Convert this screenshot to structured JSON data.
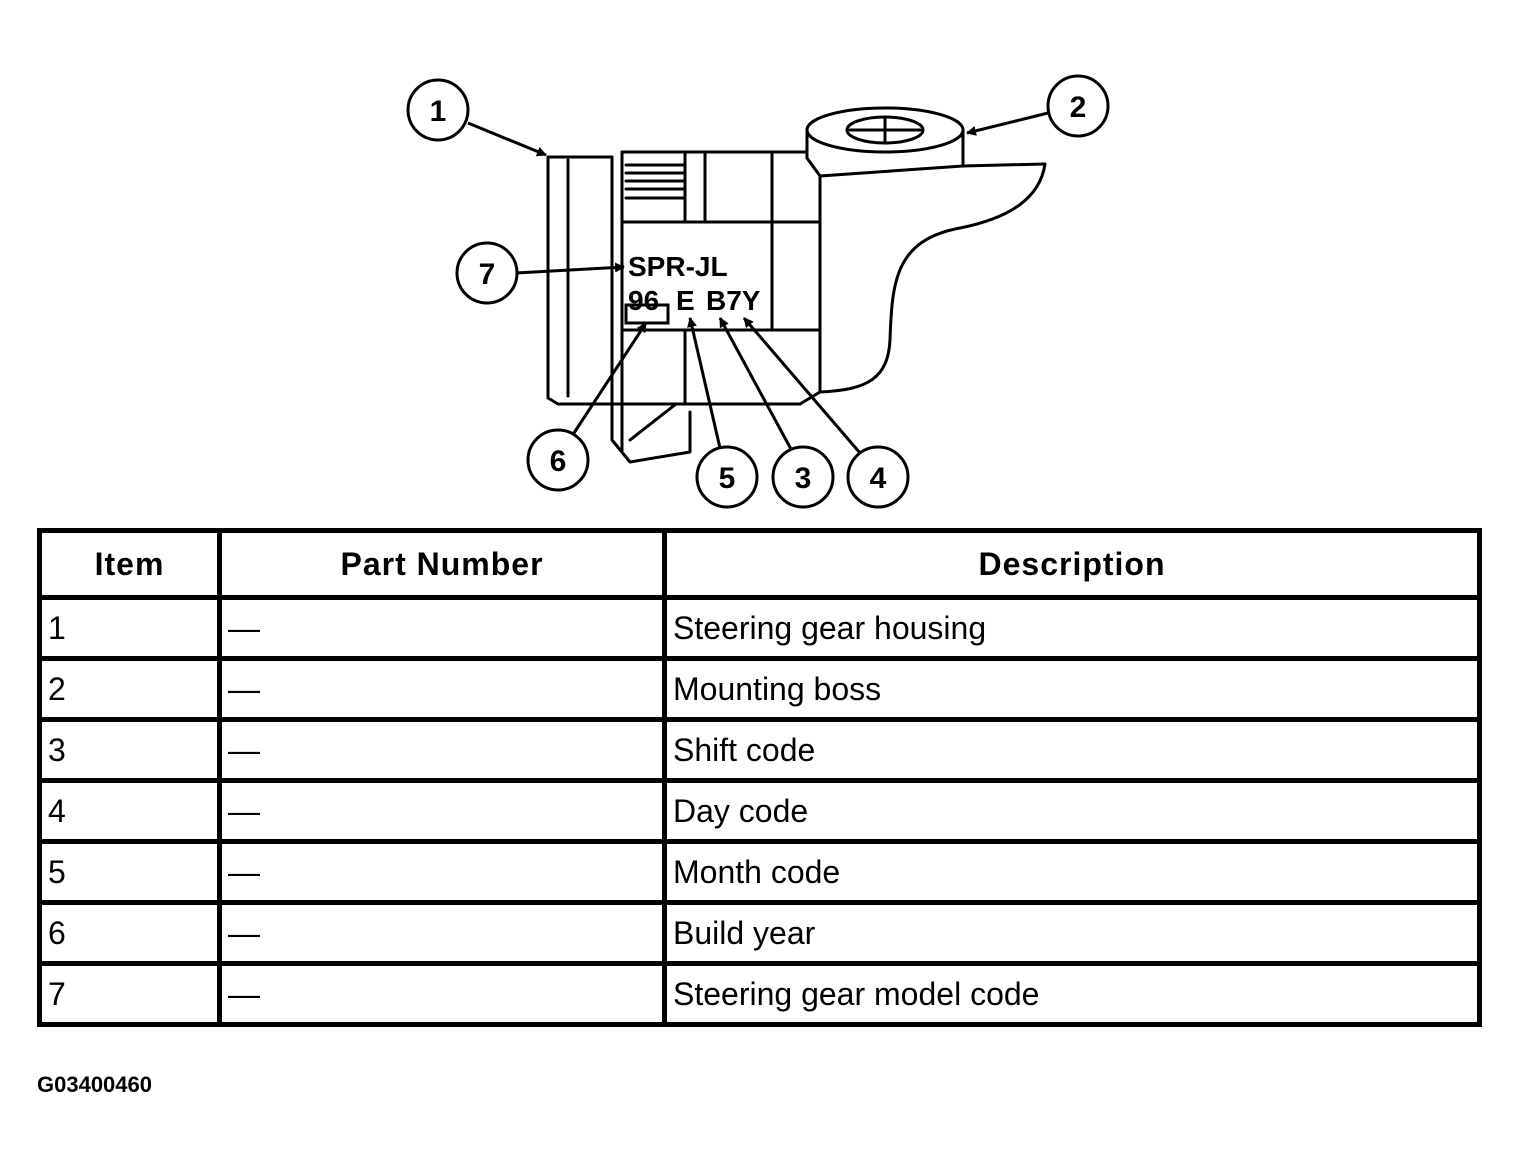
{
  "diagram": {
    "callouts": [
      "1",
      "2",
      "3",
      "4",
      "5",
      "6",
      "7"
    ],
    "stamp": {
      "model_code": "SPR-JL",
      "date_codes": [
        "96",
        "E",
        "B7Y"
      ]
    }
  },
  "table": {
    "headers": [
      "Item",
      "Part Number",
      "Description"
    ],
    "rows": [
      {
        "item": "1",
        "part_number": "—",
        "description": "Steering gear housing"
      },
      {
        "item": "2",
        "part_number": "—",
        "description": "Mounting boss"
      },
      {
        "item": "3",
        "part_number": "—",
        "description": "Shift code"
      },
      {
        "item": "4",
        "part_number": "—",
        "description": "Day code"
      },
      {
        "item": "5",
        "part_number": "—",
        "description": "Month code"
      },
      {
        "item": "6",
        "part_number": "—",
        "description": "Build year"
      },
      {
        "item": "7",
        "part_number": "—",
        "description": "Steering gear model code"
      }
    ]
  },
  "figure_id": "G03400460"
}
